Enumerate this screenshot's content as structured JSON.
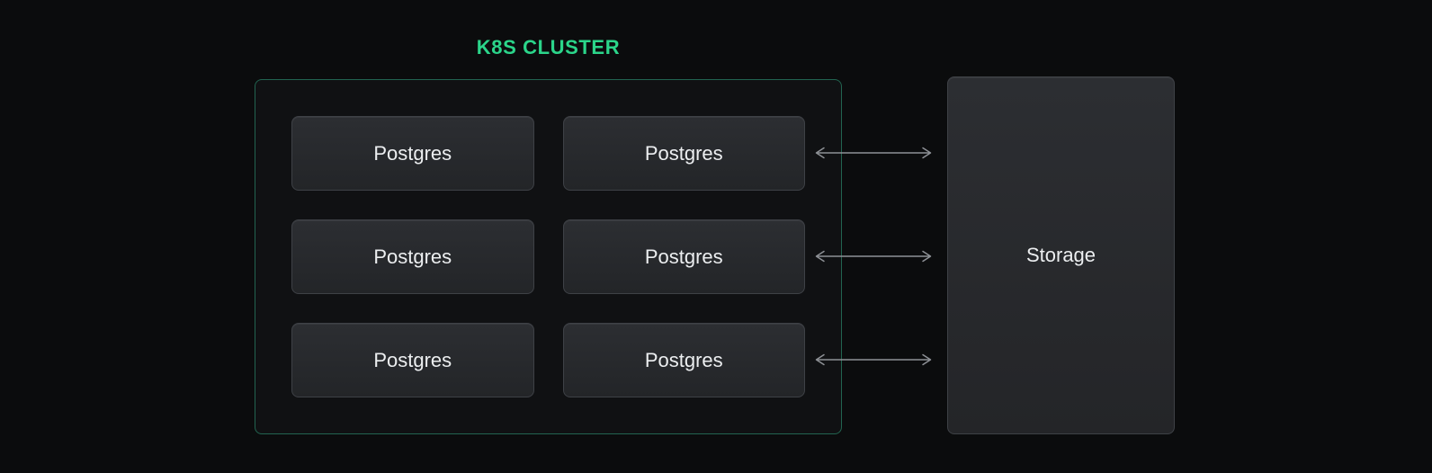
{
  "diagram": {
    "title": "K8S CLUSTER",
    "cluster": {
      "nodes": [
        "Postgres",
        "Postgres",
        "Postgres",
        "Postgres",
        "Postgres",
        "Postgres"
      ],
      "columns": 2,
      "rows": 3
    },
    "storage": {
      "label": "Storage"
    },
    "arrows": {
      "count": 3,
      "direction": "bidirectional",
      "connects": "right Postgres column to Storage"
    },
    "colors": {
      "background": "#0b0c0d",
      "title_green": "#2bd58a",
      "cluster_border_green": "#226450",
      "card_background_top": "#2c2e32",
      "card_background_bottom": "#232528",
      "card_border": "#3e4146",
      "arrow_gray": "#8e9196",
      "label_text": "#eceef0"
    }
  }
}
